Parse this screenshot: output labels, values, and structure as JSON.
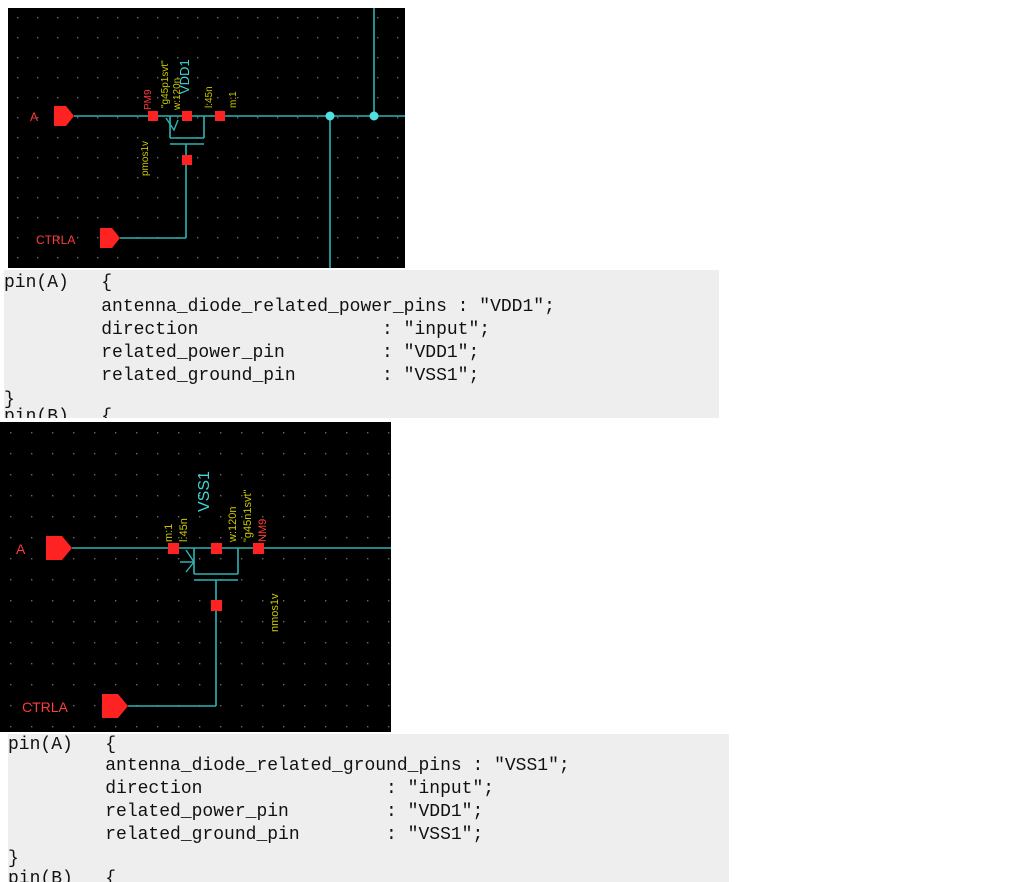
{
  "colors": {
    "background": "#000000",
    "wire": "#2fb3b3",
    "pin": "#ff2222",
    "label_yellow": "#c9c800",
    "label_red": "#ff3b3b",
    "label_cyan": "#3fd6d6",
    "code_bg": "#eeeeee"
  },
  "schematic_pmos": {
    "pin_a": "A",
    "pin_ctrl": "CTRLA",
    "instance_name": "PM9",
    "cell_name": "\"g45p1svt\"",
    "power_label": "VDD1",
    "width": "w:120n",
    "length": "l:45n",
    "multiplier": "m:1",
    "model": "pmos1v"
  },
  "code_pmos": {
    "lines": [
      "pin(A)   {",
      "         antenna_diode_related_power_pins : \"VDD1\";",
      "         direction                 : \"input\";",
      "         related_power_pin         : \"VDD1\";",
      "         related_ground_pin        : \"VSS1\";",
      "}"
    ],
    "cut_line": "pin(B)   {"
  },
  "schematic_nmos": {
    "pin_a": "A",
    "pin_ctrl": "CTRLA",
    "instance_name": "NM9",
    "cell_name": "\"g45n1svt\"",
    "ground_label": "VSS1",
    "width": "w:120n",
    "length": "l:45n",
    "multiplier": "m:1",
    "model": "nmos1v"
  },
  "code_nmos": {
    "lines": [
      "pin(A)   {",
      "         antenna_diode_related_ground_pins : \"VSS1\";",
      "         direction                 : \"input\";",
      "         related_power_pin         : \"VDD1\";",
      "         related_ground_pin        : \"VSS1\";",
      "}"
    ],
    "cut_line": "pin(B)   {"
  }
}
